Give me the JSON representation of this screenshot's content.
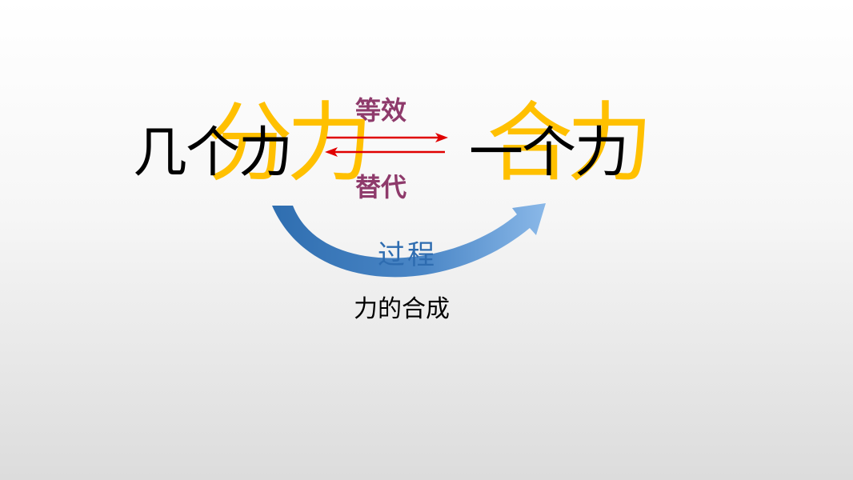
{
  "diagram": {
    "left_term": {
      "overlay_text": "分力",
      "main_text": "几个力"
    },
    "right_term": {
      "overlay_text": "合力",
      "main_text": "一个力"
    },
    "relation": {
      "top_label": "等效",
      "bottom_label": "替代"
    },
    "process": {
      "label": "过程",
      "caption": "力的合成"
    },
    "colors": {
      "overlay": "#ffc000",
      "main_text": "#000000",
      "relation_label": "#8e3a6b",
      "double_arrow": "#e00000",
      "process_label": "#2e6cb0",
      "curved_arrow_start": "#2f6eb0",
      "curved_arrow_end": "#8ab8e8"
    }
  }
}
